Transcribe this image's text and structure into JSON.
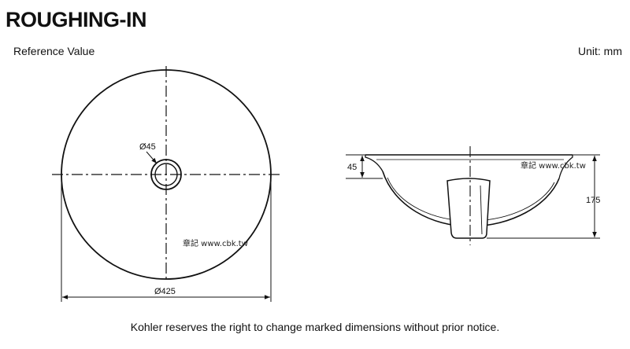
{
  "header": {
    "title": "ROUGHING-IN",
    "subtitle": "Reference Value",
    "unit": "Unit: mm"
  },
  "top_view": {
    "drain_dimension": "Ø45",
    "overall_dimension": "Ø425",
    "watermark": "章記 www.cbk.tw"
  },
  "side_view": {
    "rim_dimension": "45",
    "height_dimension": "175",
    "watermark": "章記 www.cbk.tw"
  },
  "footer": {
    "notice": "Kohler reserves the right to change marked dimensions without prior notice."
  }
}
